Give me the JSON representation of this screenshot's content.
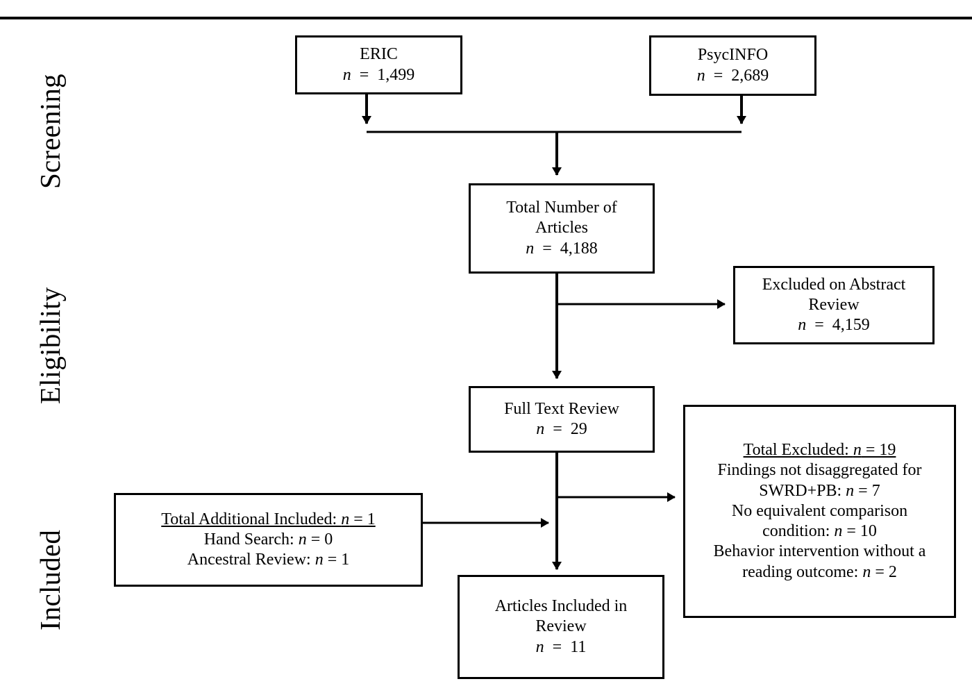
{
  "figure": {
    "type": "prisma-flow-diagram",
    "background_color": "#ffffff",
    "line_color": "#000000",
    "top_rule": true
  },
  "stages": [
    {
      "id": "screening",
      "label": "Screening"
    },
    {
      "id": "eligibility",
      "label": "Eligibility"
    },
    {
      "id": "included",
      "label": "Included"
    }
  ],
  "nodes": {
    "eric": {
      "title": "ERIC",
      "count_label": "n",
      "count_value": "1,499",
      "count_line": "n = 1,499"
    },
    "psycinfo": {
      "title": "PsycINFO",
      "count_label": "n",
      "count_value": "2,689",
      "count_line": "n = 2,689"
    },
    "total_articles": {
      "title_line1": "Total Number of",
      "title_line2": "Articles",
      "count_label": "n",
      "count_value": "4,188",
      "count_line": "n = 4,188"
    },
    "excluded_abstract": {
      "title_line1": "Excluded on Abstract",
      "title_line2": "Review",
      "count_label": "n",
      "count_value": "4,159",
      "count_line": "n = 4,159"
    },
    "full_text_review": {
      "title": "Full Text Review",
      "count_label": "n",
      "count_value": "29",
      "count_line": "n = 29"
    },
    "total_excluded": {
      "header": "Total Excluded: n = 19",
      "header_value": "19",
      "reasons": [
        {
          "text_line1": "Findings not disaggregated for",
          "text_line2": "SWRD+PB: n = 7",
          "value": "7"
        },
        {
          "text_line1": "No equivalent comparison",
          "text_line2": "condition: n = 10",
          "value": "10"
        },
        {
          "text_line1": "Behavior intervention without a",
          "text_line2": "reading outcome: n = 2",
          "value": "2"
        }
      ]
    },
    "additional_included": {
      "header": "Total Additional Included: n = 1",
      "header_value": "1",
      "sources": [
        {
          "text": "Hand Search: n =  0",
          "value": "0"
        },
        {
          "text": "Ancestral Review: n = 1",
          "value": "1"
        }
      ]
    },
    "articles_included": {
      "title_line1": "Articles Included in",
      "title_line2": "Review",
      "count_label": "n",
      "count_value": "11",
      "count_line": "n = 11"
    }
  },
  "connectors": [
    {
      "id": "eric-to-merge",
      "from": "eric",
      "to": "merge-bar",
      "direction": "down"
    },
    {
      "id": "psycinfo-to-merge",
      "from": "psycinfo",
      "to": "merge-bar",
      "direction": "down"
    },
    {
      "id": "merge-to-total",
      "from": "merge-bar",
      "to": "total_articles",
      "direction": "down"
    },
    {
      "id": "total-to-excluded",
      "from": "total_articles",
      "to": "excluded_abstract",
      "direction": "right"
    },
    {
      "id": "total-to-fulltext",
      "from": "total_articles",
      "to": "full_text_review",
      "direction": "down"
    },
    {
      "id": "fulltext-to-totalexcluded",
      "from": "full_text_review",
      "to": "total_excluded",
      "direction": "right"
    },
    {
      "id": "additional-to-spine",
      "from": "additional_included",
      "to": "articles_included",
      "direction": "right"
    },
    {
      "id": "fulltext-to-included",
      "from": "full_text_review",
      "to": "articles_included",
      "direction": "down"
    }
  ]
}
